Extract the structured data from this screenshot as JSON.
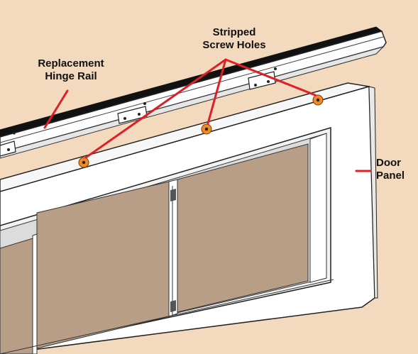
{
  "labels": {
    "hinge_rail": {
      "line1": "Replacement",
      "line2": "Hinge Rail"
    },
    "screw_holes": {
      "line1": "Stripped",
      "line2": "Screw Holes"
    },
    "door_panel": {
      "line1": "Door",
      "line2": "Panel"
    }
  },
  "colors": {
    "background": "#f3d9bd",
    "leader": "#dd1f26",
    "screw_hole": "#f08a24",
    "panel_window": "#b89e86",
    "frame": "#ffffff",
    "outline": "#222222"
  }
}
